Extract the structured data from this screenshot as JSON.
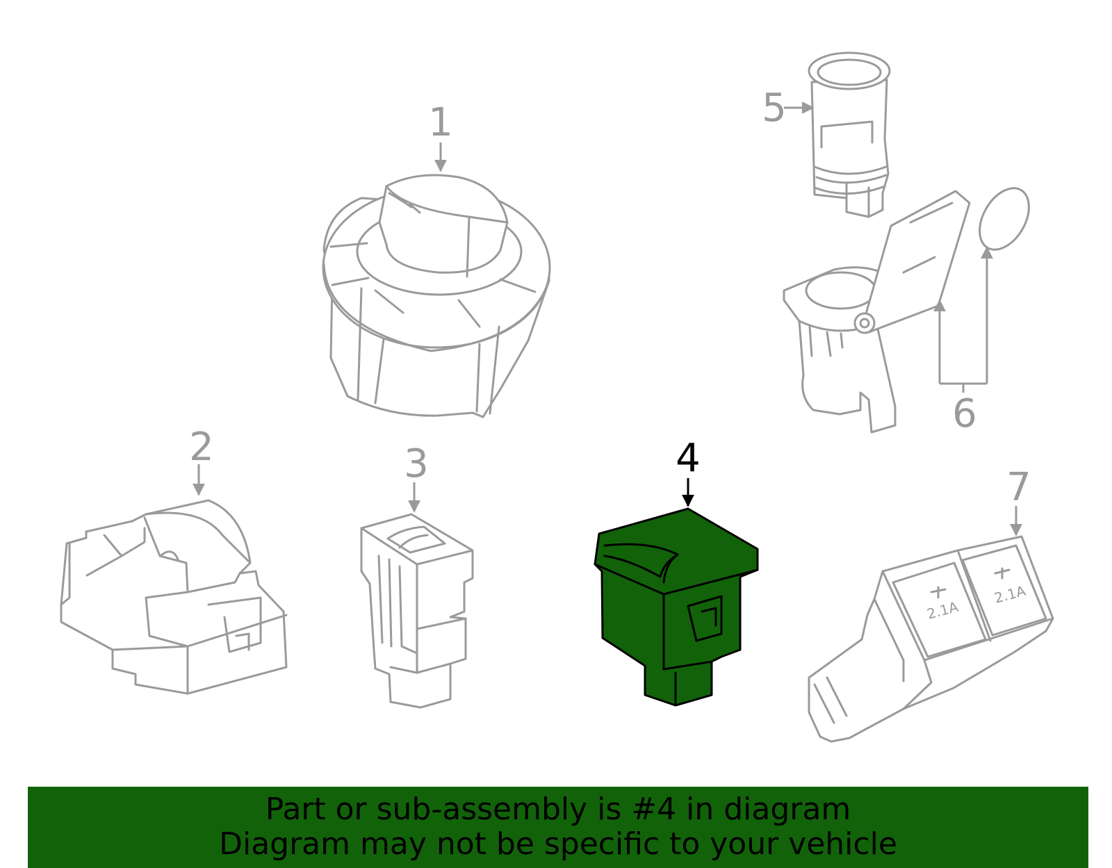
{
  "callouts": {
    "part1": "1",
    "part2": "2",
    "part3": "3",
    "part4": "4",
    "part5": "5",
    "part6": "6",
    "part7": "7"
  },
  "part7_labels": [
    "2.1A",
    "2.1A"
  ],
  "highlighted_part": "4",
  "colors": {
    "highlight_fill": "#12620a",
    "part_line": "#9a9a9a",
    "banner_bg": "#12620a"
  },
  "banner": {
    "line1": "Part or sub-assembly is #4 in diagram",
    "line2": "Diagram may not be specific to your vehicle"
  }
}
